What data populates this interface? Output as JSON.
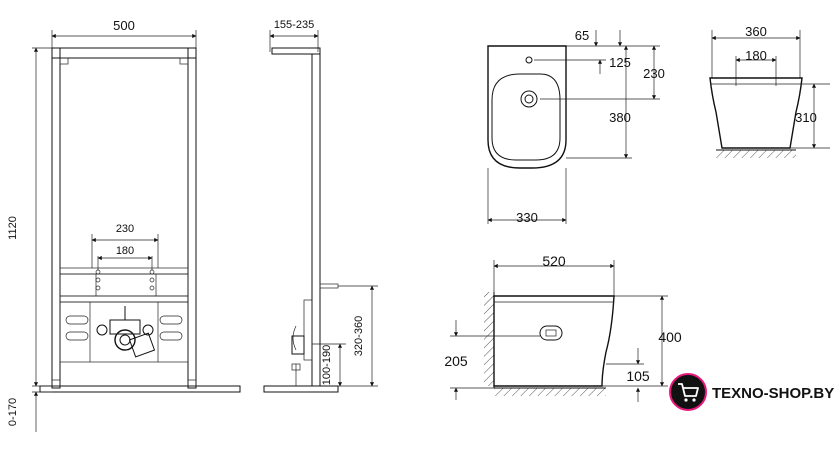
{
  "frame_front": {
    "width_dim": "500",
    "height_dim": "1120",
    "leg_dim": "0-170",
    "outer_spacing_dim": "230",
    "inner_spacing_dim": "180"
  },
  "frame_side": {
    "depth_dim": "155-235",
    "pipe_height_dim": "100-190",
    "bracket_height_dim": "320-360"
  },
  "bidet_top": {
    "offset_dim": "65",
    "hole_dim": "125",
    "depth_dim": "230",
    "length_dim": "380",
    "width_dim": "330"
  },
  "bidet_front": {
    "top_width_dim": "360",
    "hole_spacing_dim": "180",
    "height_dim": "310"
  },
  "bidet_side": {
    "length_dim": "520",
    "height_dim": "400",
    "outlet_height_dim": "205",
    "base_height_dim": "105"
  },
  "logo": {
    "name": "TEXNO-SHOP.BY",
    "accent_color": "#e8187a",
    "icon": "cart-icon"
  }
}
